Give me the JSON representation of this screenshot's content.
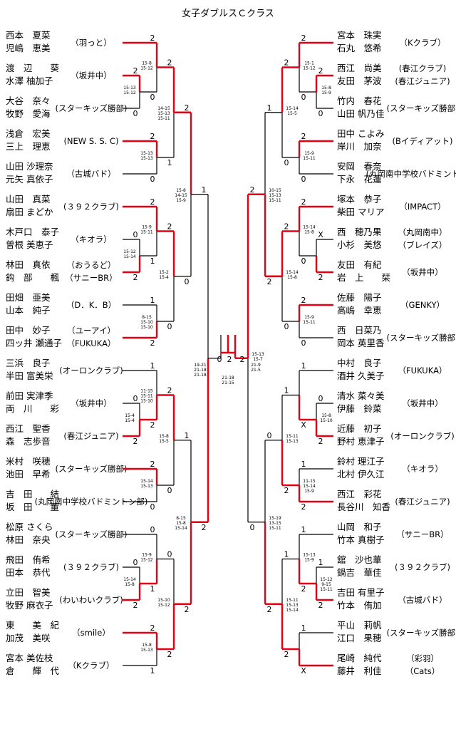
{
  "title": "女子ダブルスＣクラス",
  "left_teams": [
    {
      "p1": "西本　夏菜",
      "p2": "児嶋　恵美",
      "club": "（羽っと）"
    },
    {
      "p1": "渡　辺　　葵",
      "p2": "水澤 柚加子",
      "club": "（坂井中）"
    },
    {
      "p1": "大谷　奈々",
      "p2": "牧野　愛海",
      "club": "(スターキッズ勝部)"
    },
    {
      "p1": "浅倉　宏美",
      "p2": "三上　理恵",
      "club": "(NEW S. S. C)"
    },
    {
      "p1": "山田 沙理奈",
      "p2": "元矢 真依子",
      "club": "（古城バド）"
    },
    {
      "p1": "山田　真菜",
      "p2": "扇田 まどか",
      "club": "(３９２クラブ)"
    },
    {
      "p1": "木戸口　泰子",
      "p2": "曽根 美恵子",
      "club": "（キオラ）"
    },
    {
      "p1": "林田　真依",
      "p2": "鈎　部　　楓",
      "club": "（おうるど）",
      "club2": "（サニーBR）"
    },
    {
      "p1": "田畑　亜美",
      "p2": "山本　純子",
      "club": "（D．K．B）"
    },
    {
      "p1": "田中　妙子",
      "p2": "四ッ井 瀬通子",
      "club": "（ユーアイ）",
      "club2": "（FUKUKA）"
    },
    {
      "p1": "三浜　良子",
      "p2": "半田 富美栄",
      "club": "(オーロンクラブ)"
    },
    {
      "p1": "前田 実津季",
      "p2": "両　川　　彩",
      "club": "（坂井中）"
    },
    {
      "p1": "西江　聖香",
      "p2": "森　志歩音",
      "club": "(春江ジュニア)"
    },
    {
      "p1": "米村　咲穂",
      "p2": "池田　早希",
      "club": "(スターキッズ勝部)"
    },
    {
      "p1": "吉　田　　結",
      "p2": "坂　田　　董",
      "club": "(丸岡南中学校バドミントン部)"
    },
    {
      "p1": "松原 さくら",
      "p2": "林田　奈央",
      "club": "(スターキッズ勝部)"
    },
    {
      "p1": "飛田　侑希",
      "p2": "田本　恭代",
      "club": "(３９２クラブ)"
    },
    {
      "p1": "立田　智美",
      "p2": "牧野 麻衣子",
      "club": "(わいわいクラブ)"
    },
    {
      "p1": "東　　美　紀",
      "p2": "加茂　美咲",
      "club": "（smile）"
    },
    {
      "p1": "宮本 美佐枝",
      "p2": "倉　　輝　代",
      "club": "（Kクラブ）"
    }
  ],
  "right_teams": [
    {
      "p1": "宮本　珠実",
      "p2": "石丸　悠希",
      "club": "（Kクラブ）"
    },
    {
      "p1": "西江　尚美",
      "p2": "友田　茅波",
      "club": "(春江クラブ)",
      "club2": "(春江ジュニア)"
    },
    {
      "p1": "竹内　春花",
      "p2": "山田 帆乃佳",
      "club": "(スターキッズ勝部)"
    },
    {
      "p1": "田中 こよみ",
      "p2": "岸川　加奈",
      "club": "(Bイディアット)"
    },
    {
      "p1": "安岡　春奈",
      "p2": "下永　花蓮",
      "club": "(丸岡南中学校バドミントン部)"
    },
    {
      "p1": "塚本　恭子",
      "p2": "柴田 マリア",
      "club": "（IMPACT）"
    },
    {
      "p1": "西　穂乃果",
      "p2": "小杉　美悠",
      "club": "（丸岡南中）",
      "club2": "（ブレイズ）"
    },
    {
      "p1": "友田　有紀",
      "p2": "岩　上　　栞",
      "club": "（坂井中）"
    },
    {
      "p1": "佐藤　陽子",
      "p2": "高嶋　幸恵",
      "club": "（GENKY）"
    },
    {
      "p1": "西　日菜乃",
      "p2": "岡本 英里香",
      "club": "(スターキッズ勝部)"
    },
    {
      "p1": "中村　良子",
      "p2": "酒井 久美子",
      "club": "（FUKUKA）"
    },
    {
      "p1": "清水 菜々美",
      "p2": "伊藤　鈴菜",
      "club": "（坂井中）"
    },
    {
      "p1": "近藤　初子",
      "p2": "野村 恵津子",
      "club": "(オーロンクラブ)"
    },
    {
      "p1": "鈴村 理江子",
      "p2": "北村 伊久江",
      "club": "（キオラ）"
    },
    {
      "p1": "西江　彩花",
      "p2": "長谷川　知香",
      "club": "(春江ジュニア)"
    },
    {
      "p1": "山岡　和子",
      "p2": "竹本 真樹子",
      "club": "（サニーBR）"
    },
    {
      "p1": "舘　沙也華",
      "p2": "鍋吉　華佳",
      "club": "(３９２クラブ)"
    },
    {
      "p1": "吉田 有里子",
      "p2": "竹本　侑加",
      "club": "（古城バド）"
    },
    {
      "p1": "平山　莉帆",
      "p2": "江口　果穂",
      "club": "(スターキッズ勝部)"
    },
    {
      "p1": "尾崎　純代",
      "p2": "藤井　利佳",
      "club": "（彩羽）",
      "club2": "（Cats）"
    }
  ],
  "left_matches": [
    {
      "w": 0,
      "gs": "15-13\n15-12",
      "s": [
        "2",
        "0"
      ]
    },
    {
      "w": 0,
      "gs": "15-8\n15-12",
      "s": [
        "2",
        "0"
      ]
    },
    {
      "w": 0,
      "gs": "15-13\n15-13",
      "s": [
        "2",
        "0"
      ]
    },
    {
      "w": 0,
      "gs": "14-15\n15-13\n15-11",
      "s": [
        "2",
        "1"
      ]
    },
    {
      "w": 1,
      "gs": "15-12\n15-14",
      "s": [
        "0",
        "2"
      ]
    },
    {
      "w": 0,
      "gs": "15-9\n15-11",
      "s": [
        "2",
        "1"
      ]
    },
    {
      "w": 1,
      "gs": "8-15\n15-10\n15-10",
      "s": [
        "1",
        "2"
      ]
    },
    {
      "w": 0,
      "gs": "15-2\n15-4",
      "s": [
        "2",
        "0"
      ]
    },
    {
      "w": 1,
      "gs": "15-4\n15-4",
      "s": [
        "0",
        "2"
      ]
    },
    {
      "w": 1,
      "gs": "11-15\n15-11\n15-10",
      "s": [
        "1",
        "2"
      ]
    },
    {
      "w": 0,
      "gs": "15-14\n15-13",
      "s": [
        "2",
        "0"
      ]
    },
    {
      "w": 0,
      "gs": "15-8\n15-5",
      "s": [
        "2",
        "0"
      ]
    },
    {
      "w": 1,
      "gs": "15-14\n15-8",
      "s": [
        "0",
        "2"
      ]
    },
    {
      "w": 1,
      "gs": "15-9\n15-12",
      "s": [
        "0",
        "1"
      ]
    },
    {
      "w": 0,
      "gs": "15-8\n15-13",
      "s": [
        "2",
        "1"
      ]
    },
    {
      "w": 1,
      "gs": "15-10\n15-12",
      "s": [
        "0",
        "2"
      ]
    },
    {
      "w": 0,
      "gs": "15-8\n14-15\n15-9",
      "s": [
        "2",
        "0"
      ]
    },
    {
      "w": 1,
      "gs": "8-15\n15-8\n15-14",
      "s": [
        "1",
        "2"
      ]
    },
    {
      "w": 1,
      "gs": "",
      "s": [
        "1",
        "2"
      ]
    }
  ],
  "right_matches": [
    {
      "w": 0,
      "gs": "15-8\n15-9",
      "s": [
        "2",
        "0"
      ]
    },
    {
      "w": 0,
      "gs": "15-1\n15-12",
      "s": [
        "2",
        "0"
      ]
    },
    {
      "w": 0,
      "gs": "15-9\n15-11",
      "s": [
        "2",
        "0"
      ]
    },
    {
      "w": 0,
      "gs": "15-14\n15-5",
      "s": [
        "2",
        "0"
      ]
    },
    {
      "w": 1,
      "gs": "",
      "s": [
        "X",
        "2"
      ]
    },
    {
      "w": 0,
      "gs": "15-14\n15-8",
      "s": [
        "2",
        "0"
      ]
    },
    {
      "w": 0,
      "gs": "15-9\n15-11",
      "s": [
        "2",
        "0"
      ]
    },
    {
      "w": 0,
      "gs": "15-14\n15-8",
      "s": [
        "2",
        "0"
      ]
    },
    {
      "w": 1,
      "gs": "15-8\n15-10",
      "s": [
        "0",
        "2"
      ]
    },
    {
      "w": 1,
      "gs": "",
      "s": [
        "1",
        "X"
      ]
    },
    {
      "w": 1,
      "gs": "11-15\n15-14\n15-9",
      "s": [
        "1",
        "2"
      ]
    },
    {
      "w": 1,
      "gs": "15-11\n15-13",
      "s": [
        "1",
        "2"
      ]
    },
    {
      "w": 1,
      "gs": "15-12\n9-15\n15-11",
      "s": [
        "1",
        "2"
      ]
    },
    {
      "w": 1,
      "gs": "15-13\n15-9",
      "s": [
        "1",
        "2"
      ]
    },
    {
      "w": 1,
      "gs": "",
      "s": [
        "1",
        "X"
      ]
    },
    {
      "w": 1,
      "gs": "15-11\n15-13\n15-14",
      "s": [
        "1",
        "2"
      ]
    },
    {
      "w": 1,
      "gs": "10-15\n15-13\n15-11",
      "s": [
        "1",
        "2"
      ]
    },
    {
      "w": 1,
      "gs": "15-19\n13-15\n15-11",
      "s": [
        "0",
        "2"
      ]
    },
    {
      "w": 0,
      "gs": "15-13\n15-7",
      "s": [
        "2",
        "0"
      ]
    }
  ],
  "final": {
    "gs_left": "19-21\n21-18\n21-18",
    "gs_right": "21-9\n21-5",
    "gs_mid": "21-18\n21-15",
    "s": [
      "0",
      "2",
      "2"
    ]
  }
}
